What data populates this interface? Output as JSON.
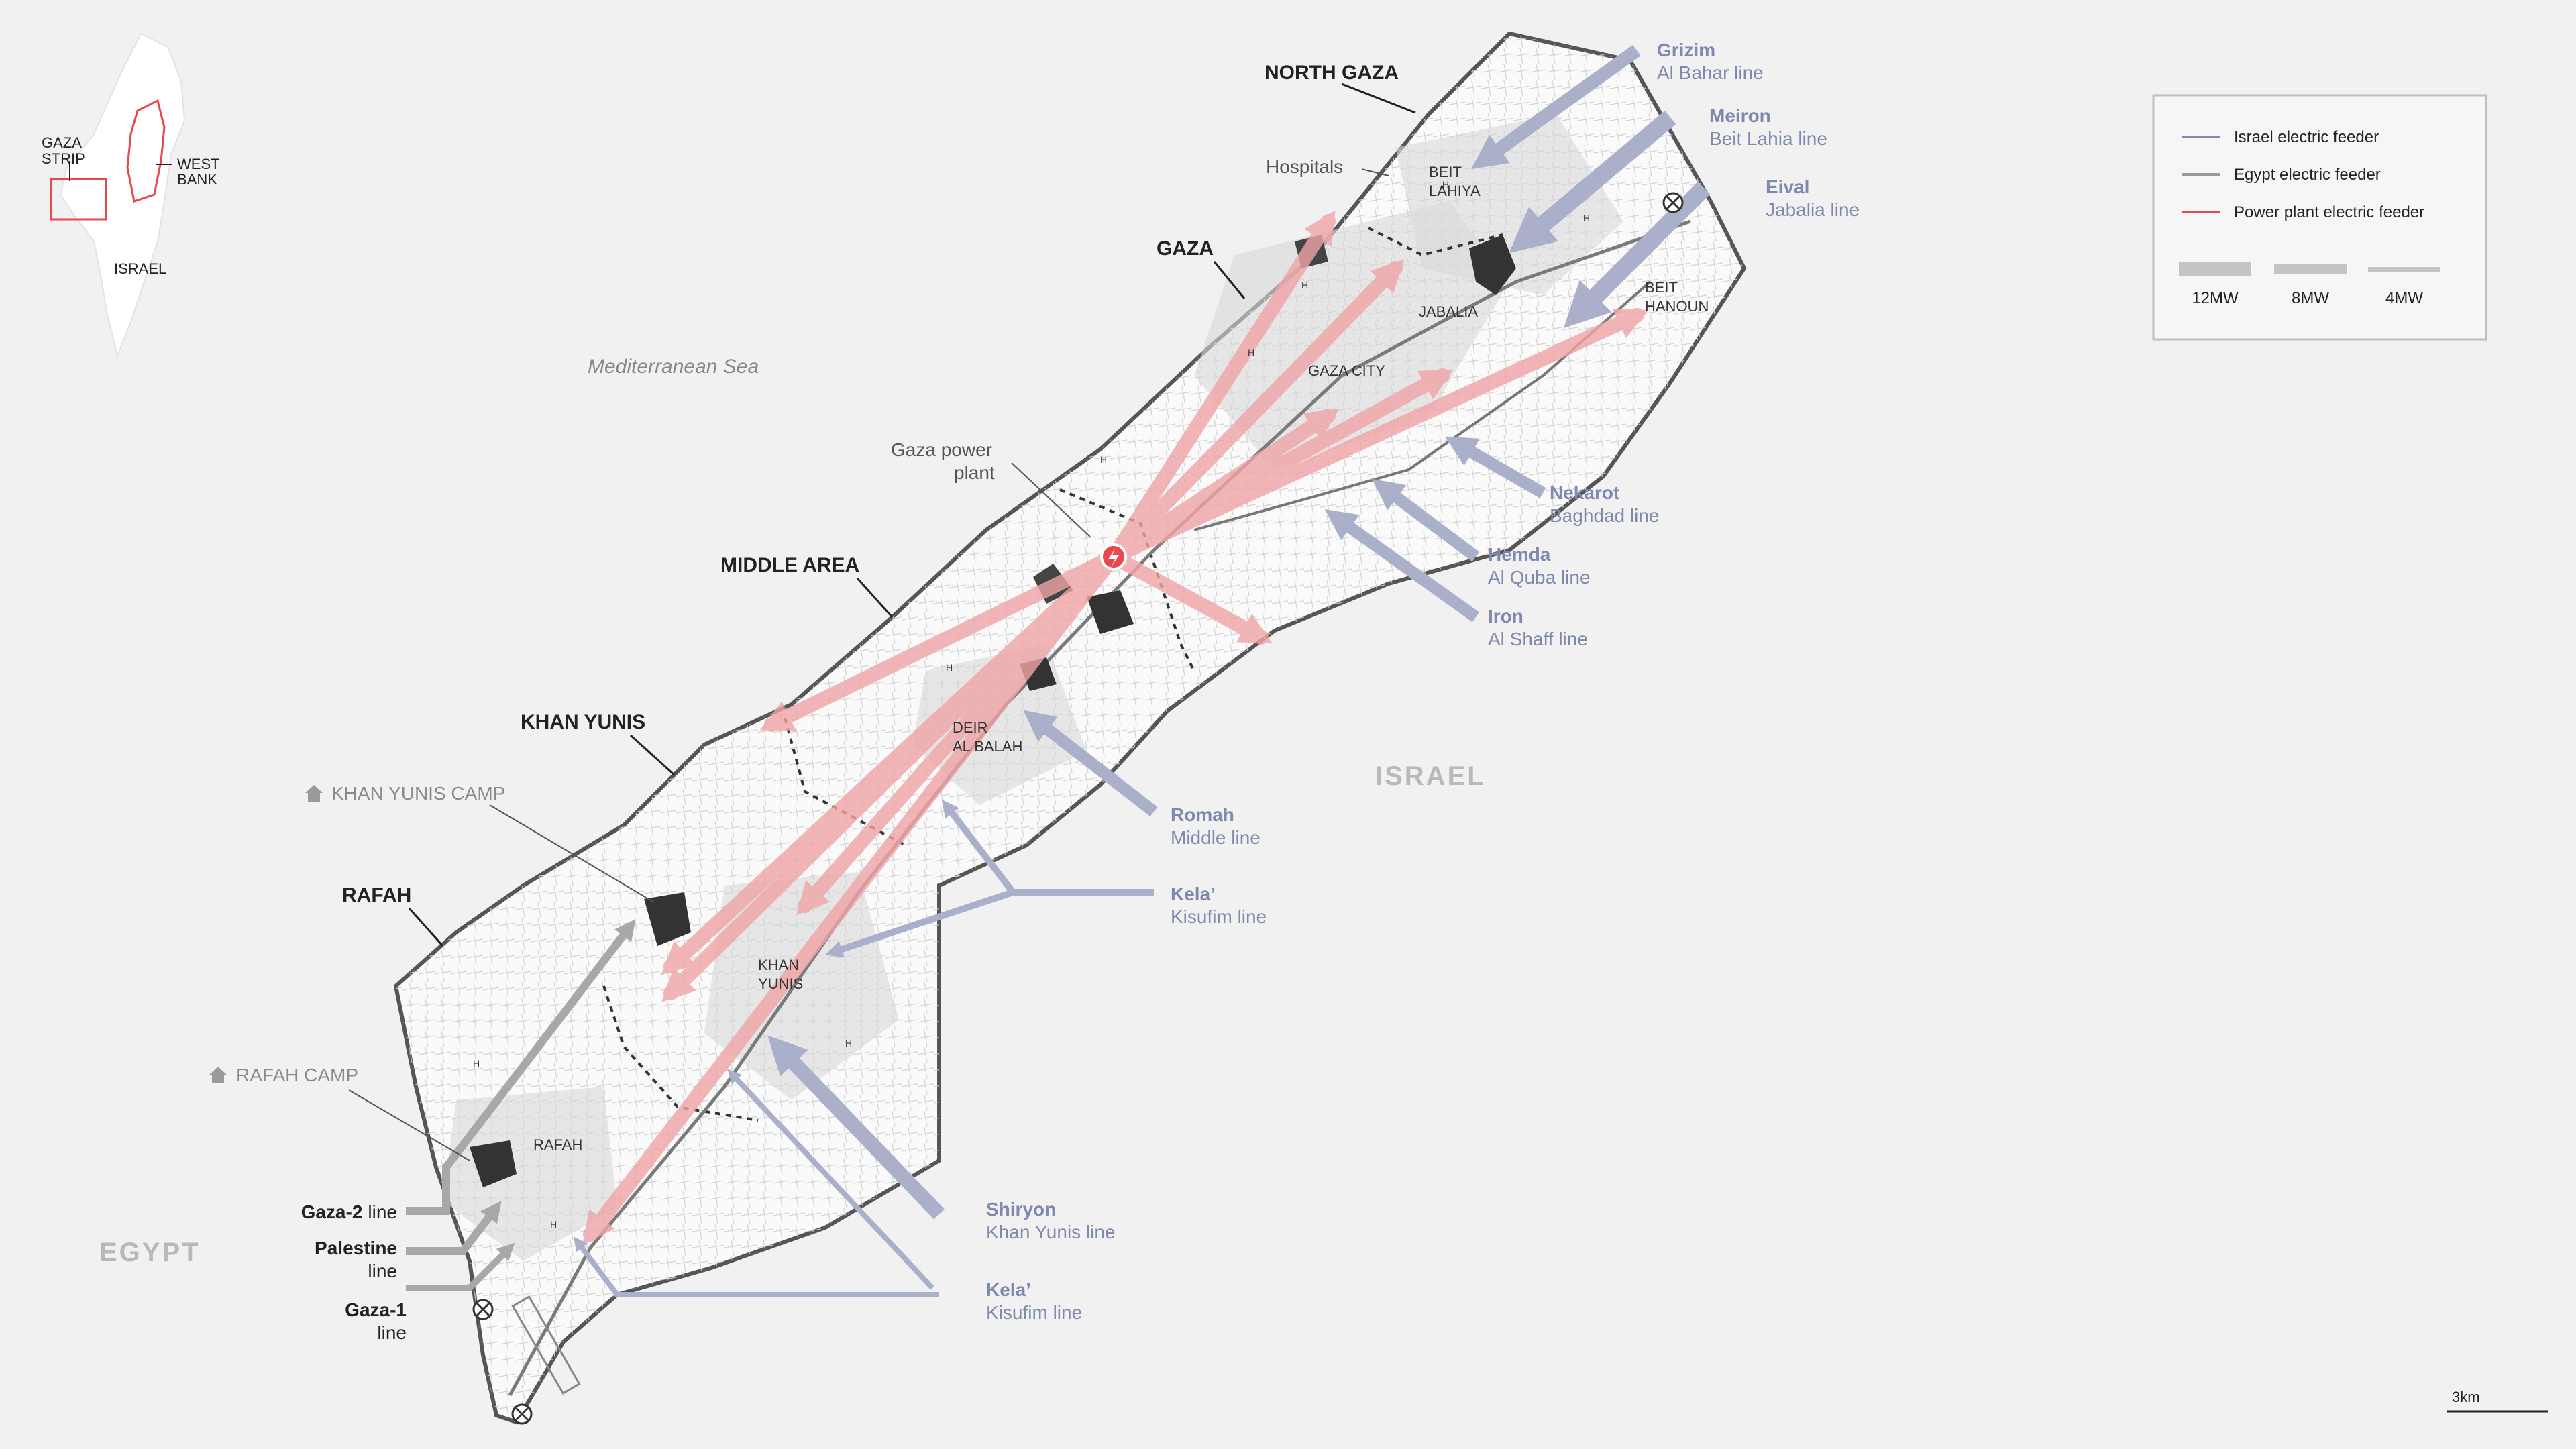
{
  "inset": {
    "gaza_strip": [
      "GAZA",
      "STRIP"
    ],
    "west_bank": [
      "WEST",
      "BANK"
    ],
    "israel": "ISRAEL"
  },
  "map": {
    "mediterranean_sea": "Mediterranean Sea",
    "israel": "ISRAEL",
    "egypt": "EGYPT",
    "hospitals": "Hospitals",
    "power_plant": [
      "Gaza power",
      "plant"
    ],
    "hospital_marker": "H",
    "scale": "3km"
  },
  "governorates": [
    "NORTH GAZA",
    "GAZA",
    "MIDDLE AREA",
    "KHAN YUNIS",
    "RAFAH"
  ],
  "towns": {
    "beit_lahiya": [
      "BEIT",
      "LAHIYA"
    ],
    "jabalia": "JABALIA",
    "beit_hanoun": [
      "BEIT",
      "HANOUN"
    ],
    "gaza_city": "GAZA CITY",
    "deir_al_balah": [
      "DEIR",
      "AL BALAH"
    ],
    "khan_yunis": [
      "KHAN",
      "YUNIS"
    ],
    "rafah": "RAFAH"
  },
  "camps": {
    "khan_yunis": "KHAN YUNIS CAMP",
    "rafah": "RAFAH CAMP"
  },
  "israel_lines": [
    {
      "name": "Grizim",
      "sub": "Al Bahar line"
    },
    {
      "name": "Meiron",
      "sub": "Beit Lahia line"
    },
    {
      "name": "Eival",
      "sub": "Jabalia line"
    },
    {
      "name": "Nekarot",
      "sub": "Baghdad line"
    },
    {
      "name": "Hemda",
      "sub": "Al Quba line"
    },
    {
      "name": "Iron",
      "sub": "Al Shaff line"
    },
    {
      "name": "Romah",
      "sub": "Middle line"
    },
    {
      "name": "Kela’",
      "sub": "Kisufim line"
    },
    {
      "name": "Shiryon",
      "sub": "Khan Yunis line"
    },
    {
      "name": "Kela’",
      "sub": "Kisufim line"
    }
  ],
  "egypt_lines": [
    {
      "name": "Gaza-2",
      "sub": "line"
    },
    {
      "name": "Palestine",
      "sub": "line"
    },
    {
      "name": "Gaza-1",
      "sub": "line"
    }
  ],
  "legend": {
    "israel_feeder": "Israel electric feeder",
    "egypt_feeder": "Egypt electric feeder",
    "power_plant_feeder": "Power plant electric feeder",
    "widths": [
      "12MW",
      "8MW",
      "4MW"
    ],
    "colors": {
      "israel": "#8088b0",
      "egypt": "#9a9a9a",
      "power_plant": "#e8474c"
    }
  }
}
